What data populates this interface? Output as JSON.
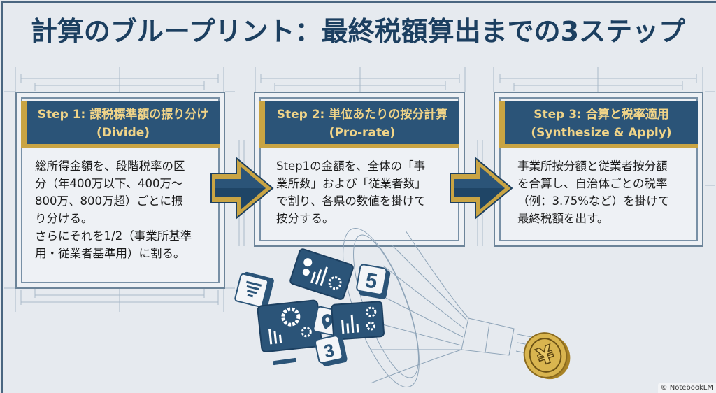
{
  "title": "計算のブループリント：最終税額算出までの3ステップ",
  "steps": [
    {
      "heading_line1": "Step 1: 課税標準額の振り分け",
      "heading_line2": "(Divide)",
      "body": [
        "総所得金額を、段階税率の区",
        "分（年400万以下、400万～",
        "800万、800万超）ごとに振",
        "り分ける。",
        "さらにそれを1/2（事業所基準",
        "用・従業者基準用）に割る。"
      ]
    },
    {
      "heading_line1": "Step 2: 単位あたりの按分計算",
      "heading_line2": "(Pro-rate)",
      "body": [
        "Step1の金額を、全体の「事",
        "業所数」および「従業者数」",
        "で割り、各県の数値を掛けて",
        "按分する。"
      ]
    },
    {
      "heading_line1": "Step 3: 合算と税率適用",
      "heading_line2": "(Synthesize & Apply)",
      "body": [
        "事業所按分額と従業者按分額",
        "を合算し、自治体ごとの税率",
        "（例：3.75%など）を掛けて",
        "最終税額を出す。"
      ]
    }
  ],
  "illustration": {
    "blocks": [
      "document-block",
      "chart-gear-block",
      "number-5-block",
      "gear-chart-block",
      "location-block",
      "chart-gears-block",
      "number-3-block"
    ],
    "block_numbers": [
      "5",
      "3"
    ],
    "coin_symbol": "¥"
  },
  "watermark": "© NotebookLM",
  "colors": {
    "navy": "#2b5478",
    "gold": "#c9a443",
    "title": "#1c3f60",
    "background": "#e6eaef"
  }
}
